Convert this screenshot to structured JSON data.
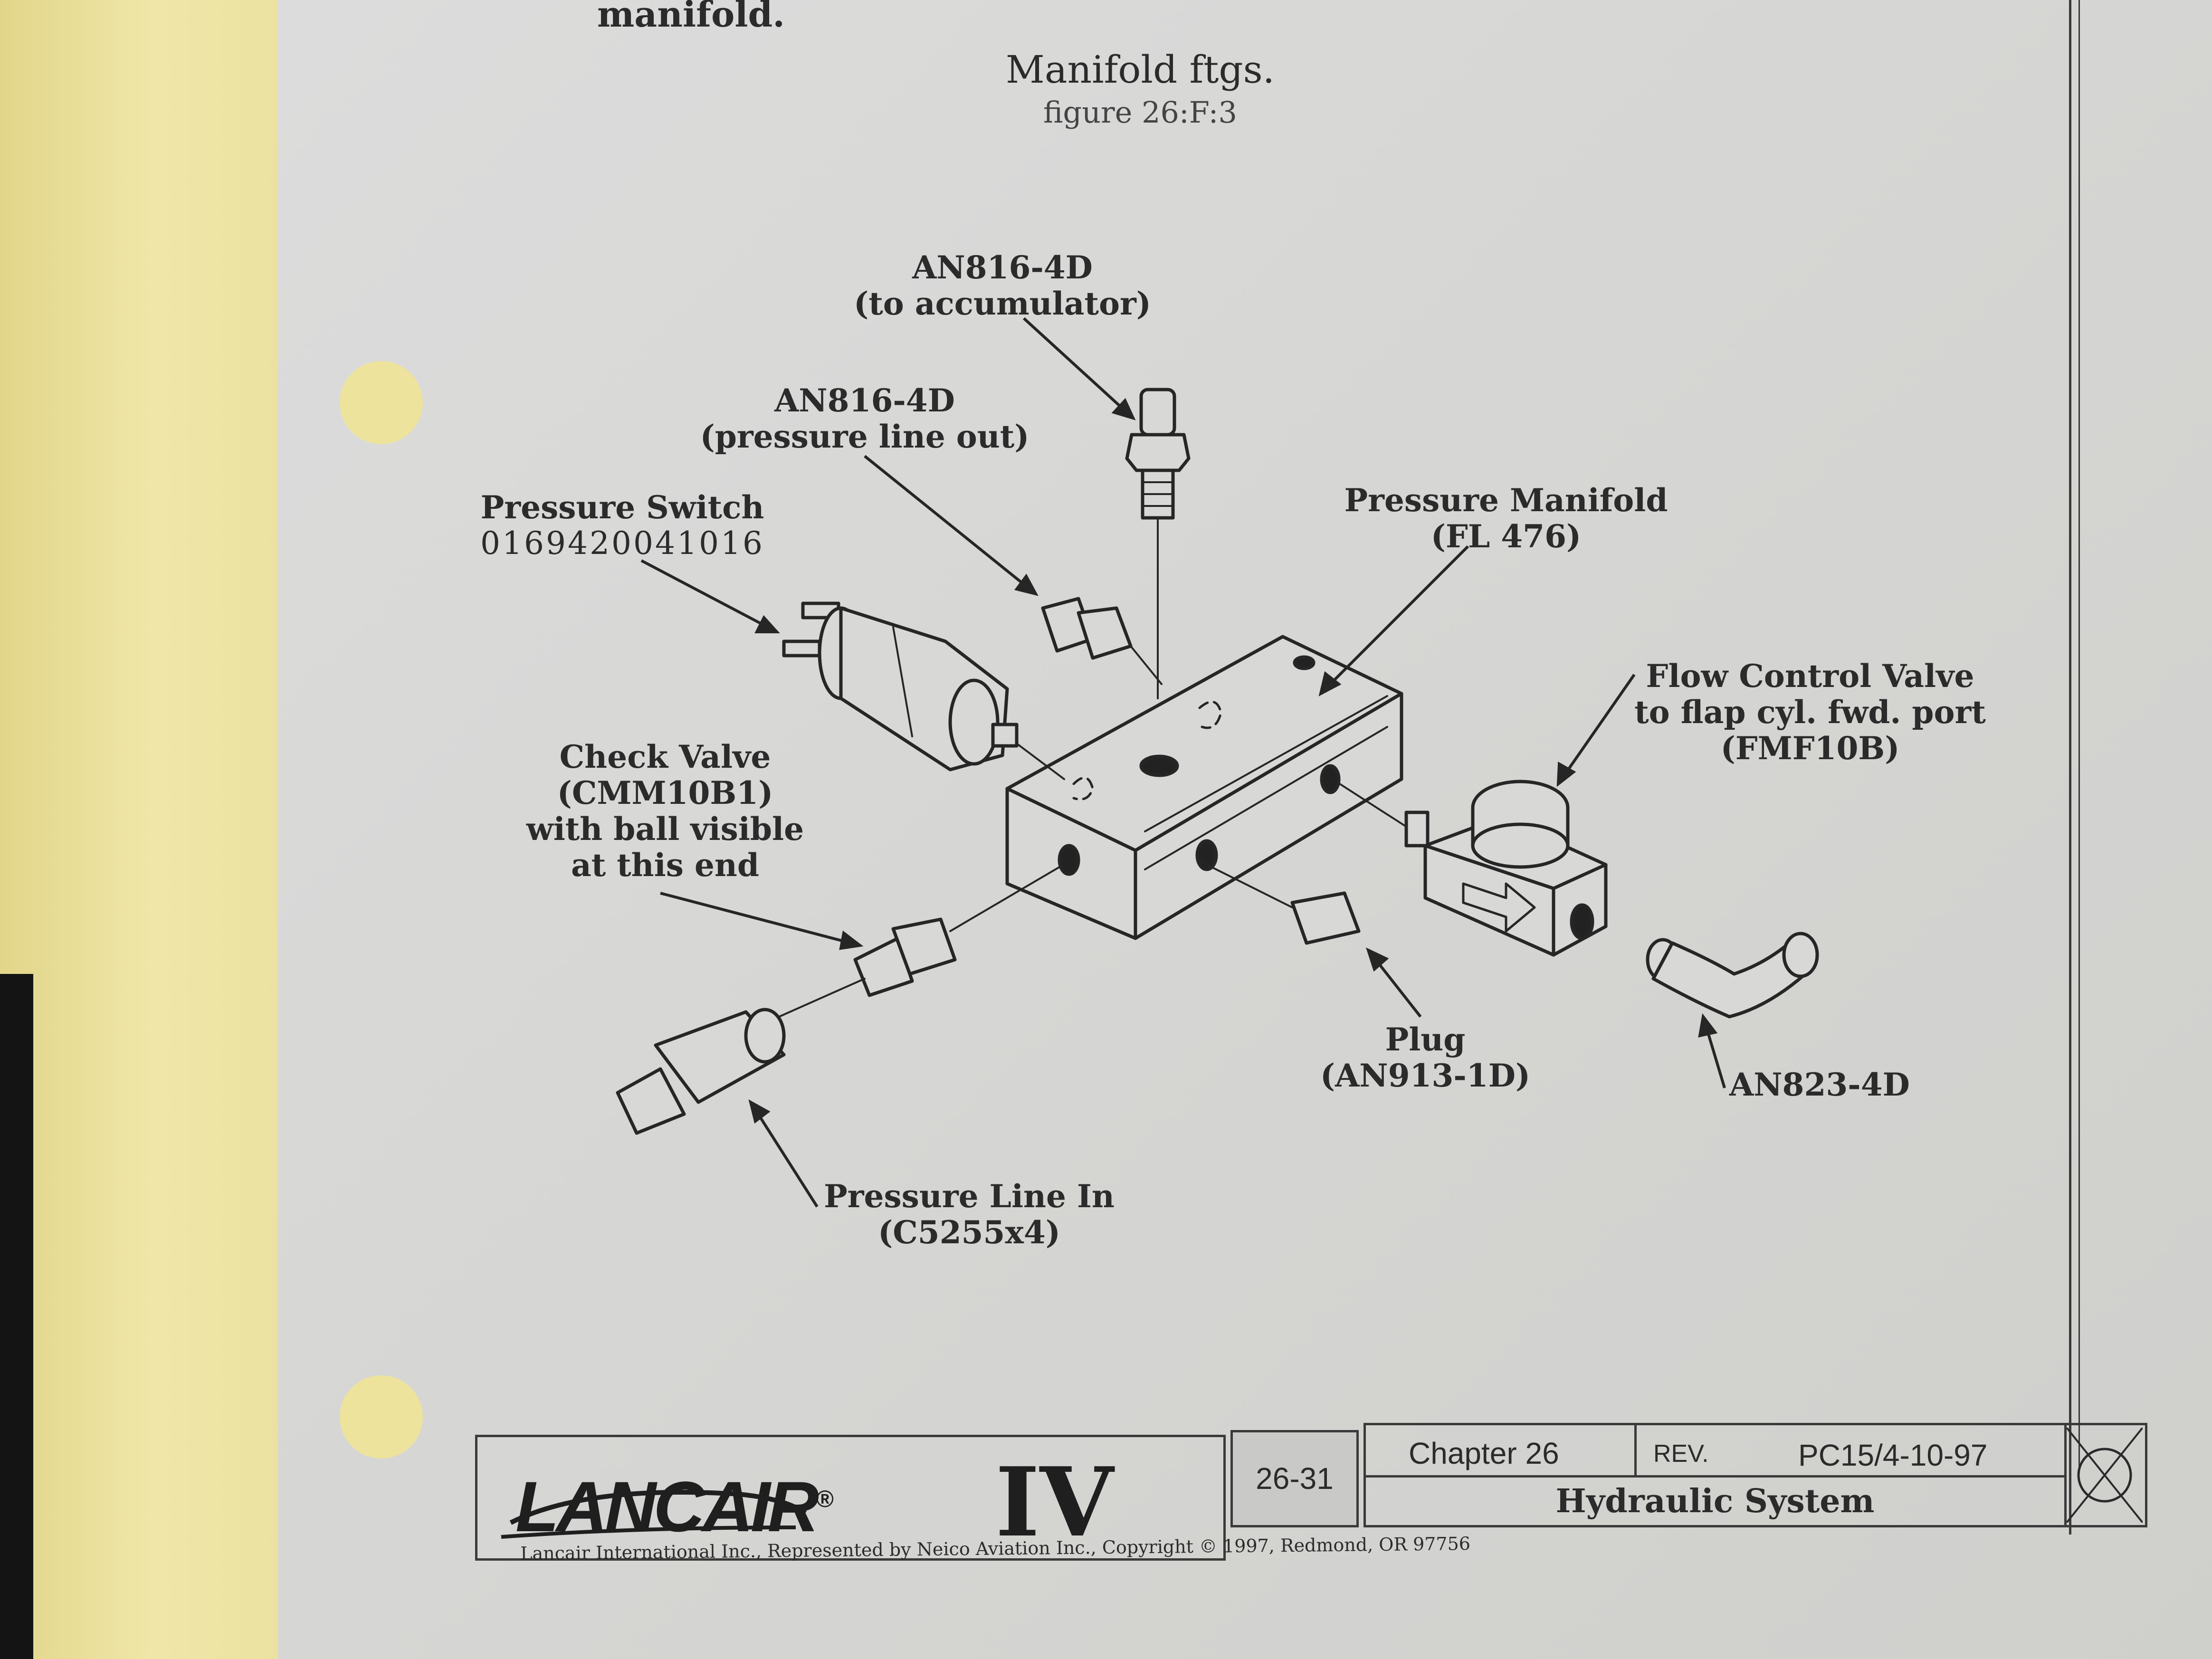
{
  "page": {
    "top_fragment": "manifold.",
    "figure_title": "Manifold ftgs.",
    "figure_ref": "figure 26:F:3"
  },
  "callouts": {
    "accumulator": {
      "part": "AN816-4D",
      "desc": "(to accumulator)"
    },
    "pressure_line_out": {
      "part": "AN816-4D",
      "desc": "(pressure line out)"
    },
    "pressure_switch": {
      "name": "Pressure Switch",
      "part": "0169420041016"
    },
    "manifold": {
      "name": "Pressure Manifold",
      "part": "(FL 476)"
    },
    "flow_control": {
      "line1": "Flow Control Valve",
      "line2": "to flap cyl. fwd. port",
      "part": "(FMF10B)"
    },
    "check_valve": {
      "line1": "Check Valve",
      "line2": "(CMM10B1)",
      "line3": "with ball visible",
      "line4": "at this end"
    },
    "plug": {
      "name": "Plug",
      "part": "(AN913-1D)"
    },
    "elbow": {
      "part": "AN823-4D"
    },
    "pressure_line_in": {
      "name": "Pressure Line In",
      "part": "(C5255x4)"
    }
  },
  "footer": {
    "logo_text": "LANCAIR",
    "logo_registered": "®",
    "model": "IV",
    "page_number": "26-31",
    "chapter": "Chapter 26",
    "rev_label": "REV.",
    "rev_value": "PC15/4-10-97",
    "section": "Hydraulic System",
    "copyright": "Lancair International Inc., Represented by Neico Aviation Inc., Copyright © 1997, Redmond, OR 97756"
  }
}
